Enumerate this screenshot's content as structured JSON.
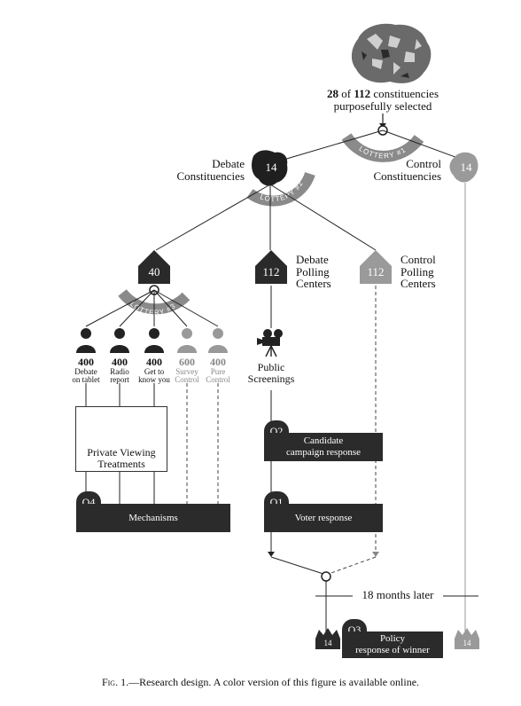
{
  "header": {
    "count_selected": "28",
    "count_total": "112",
    "line1_of": "of",
    "line1_rest": "constituencies",
    "line2": "purposefully selected"
  },
  "lotteries": {
    "l1": "LOTTERY #1",
    "l2": "LOTTERY #2",
    "l3": "LOTTERY #3"
  },
  "constituencies": {
    "debate_label_1": "Debate",
    "debate_label_2": "Constituencies",
    "debate_count": "14",
    "control_label_1": "Control",
    "control_label_2": "Constituencies",
    "control_count": "14"
  },
  "polling": {
    "left_count": "40",
    "debate_count": "112",
    "debate_label": [
      "Debate",
      "Polling",
      "Centers"
    ],
    "control_count": "112",
    "control_label": [
      "Control",
      "Polling",
      "Centers"
    ]
  },
  "treatments": [
    {
      "count": "400",
      "l1": "Debate",
      "l2": "on tablet",
      "muted": false
    },
    {
      "count": "400",
      "l1": "Radio",
      "l2": "report",
      "muted": false
    },
    {
      "count": "400",
      "l1": "Get to",
      "l2": "know you",
      "muted": false
    },
    {
      "count": "600",
      "l1": "Survey",
      "l2": "Control",
      "muted": true
    },
    {
      "count": "400",
      "l1": "Pure",
      "l2": "Control",
      "muted": true
    }
  ],
  "screenings": {
    "l1": "Public",
    "l2": "Screenings"
  },
  "private_viewing": {
    "l1": "Private Viewing",
    "l2": "Treatments"
  },
  "questions": {
    "q2_tag": "Q2",
    "q2_l1": "Candidate",
    "q2_l2": "campaign response",
    "q1_tag": "Q1",
    "q1_label": "Voter response",
    "q4_tag": "Q4",
    "q4_label": "Mechanisms",
    "q3_tag": "Q3",
    "q3_l1": "Policy",
    "q3_l2": "response of winner"
  },
  "timeline": {
    "later": "18 months later"
  },
  "crowns": {
    "left": "14",
    "right": "14"
  },
  "caption": {
    "fig": "Fig. 1.",
    "text": "—Research design. A color version of this figure is available online."
  },
  "colors": {
    "dark": "#2b2b2b",
    "mid": "#8a8a8a",
    "light": "#a8a8a8"
  }
}
